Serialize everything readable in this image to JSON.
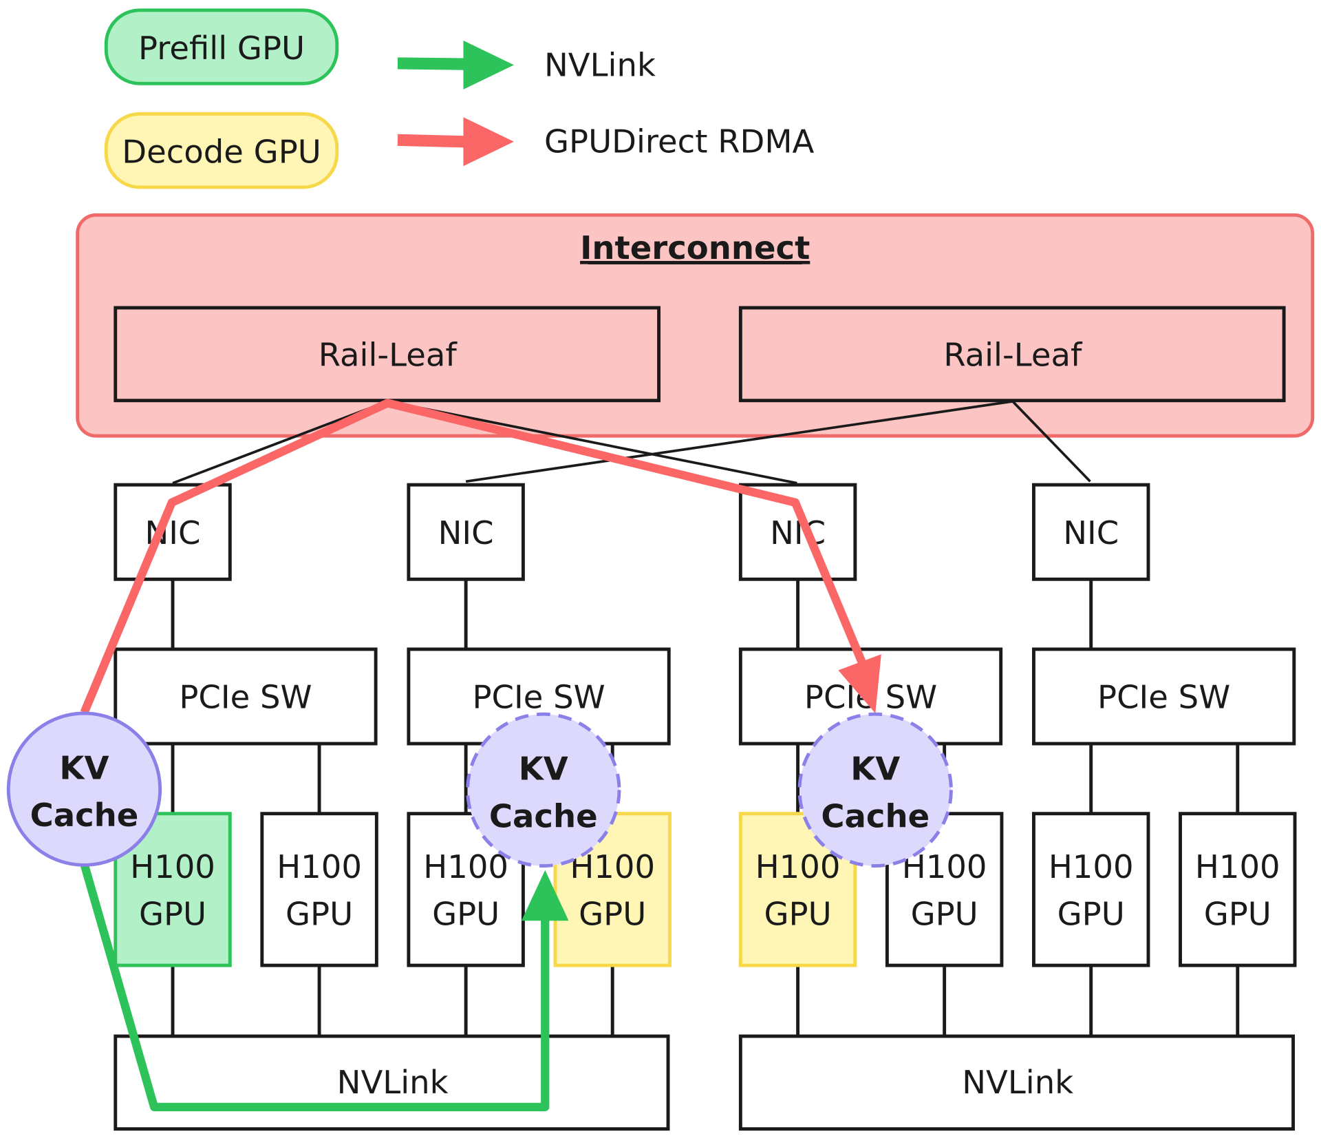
{
  "legend": {
    "prefill_label": "Prefill GPU",
    "decode_label": "Decode GPU",
    "nvlink_arrow_label": "NVLink",
    "rdma_arrow_label": "GPUDirect RDMA"
  },
  "colors": {
    "prefill_fill": "#b2f0c8",
    "prefill_stroke": "#2ec35a",
    "decode_fill": "#fff5b5",
    "decode_stroke": "#f7d84a",
    "nvlink_arrow": "#2ec35a",
    "rdma_arrow": "#fb6666",
    "interconnect_fill": "#fdc4c4",
    "interconnect_stroke": "#f06a6a",
    "kv_fill": "#dcd9fc",
    "kv_stroke": "#8b80e8"
  },
  "interconnect": {
    "title": "Interconnect",
    "rail_leaf_left": "Rail-Leaf",
    "rail_leaf_right": "Rail-Leaf"
  },
  "nics": [
    "NIC",
    "NIC",
    "NIC",
    "NIC"
  ],
  "pcie_switches": [
    "PCIe SW",
    "PCIe SW",
    "PCIe SW",
    "PCIe SW"
  ],
  "gpus": [
    {
      "line1": "H100",
      "line2": "GPU",
      "role": "prefill"
    },
    {
      "line1": "H100",
      "line2": "GPU",
      "role": "none"
    },
    {
      "line1": "H100",
      "line2": "GPU",
      "role": "none"
    },
    {
      "line1": "H100",
      "line2": "GPU",
      "role": "decode"
    },
    {
      "line1": "H100",
      "line2": "GPU",
      "role": "decode"
    },
    {
      "line1": "H100",
      "line2": "GPU",
      "role": "none"
    },
    {
      "line1": "H100",
      "line2": "GPU",
      "role": "none"
    },
    {
      "line1": "H100",
      "line2": "GPU",
      "role": "none"
    }
  ],
  "nvlink_switches": [
    "NVLink",
    "NVLink"
  ],
  "kv_caches": [
    {
      "line1": "KV",
      "line2": "Cache",
      "style": "solid"
    },
    {
      "line1": "KV",
      "line2": "Cache",
      "style": "dashed"
    },
    {
      "line1": "KV",
      "line2": "Cache",
      "style": "dashed"
    }
  ]
}
